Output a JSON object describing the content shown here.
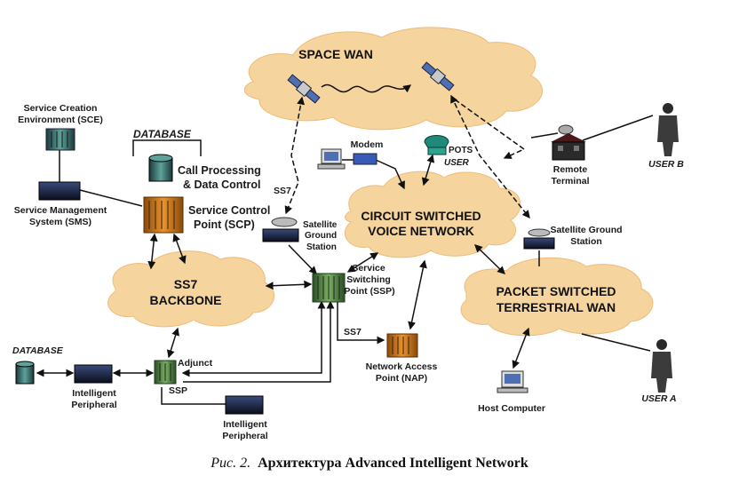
{
  "clouds": {
    "space_wan": "SPACE WAN",
    "circuit_line1": "CIRCUIT SWITCHED",
    "circuit_line2": "VOICE NETWORK",
    "packet_line1": "PACKET SWITCHED",
    "packet_line2": "TERRESTRIAL WAN",
    "ss7_line1": "SS7",
    "ss7_line2": "BACKBONE"
  },
  "nodes": {
    "sce_line1": "Service Creation",
    "sce_line2": "Environment (SCE)",
    "database_top": "DATABASE",
    "call_line1": "Call Processing",
    "call_line2": "& Data Control",
    "scp_line1": "Service Control",
    "scp_line2": "Point (SCP)",
    "sms_line1": "Service Management",
    "sms_line2": "System (SMS)",
    "modem": "Modem",
    "pots_line1": "POTS",
    "pots_line2": "USER",
    "remote_line1": "Remote",
    "remote_line2": "Terminal",
    "user_b": "USER B",
    "sat_left_line1": "Satellite",
    "sat_left_line2": "Ground",
    "sat_left_line3": "Station",
    "sat_right_line1": "Satellite Ground",
    "sat_right_line2": "Station",
    "ssp_line1": "Service",
    "ssp_line2": "Switching",
    "ssp_line3": "Point (SSP)",
    "nap_line1": "Network Access",
    "nap_line2": "Point (NAP)",
    "host": "Host Computer",
    "user_a": "USER A",
    "database_bottom": "DATABASE",
    "ip1_line1": "Intelligent",
    "ip1_line2": "Peripheral",
    "adjunct": "Adjunct",
    "ssp_small": "SSP",
    "ip2_line1": "Intelligent",
    "ip2_line2": "Peripheral",
    "ss7_label_a": "SS7",
    "ss7_label_b": "SS7"
  },
  "caption": {
    "prefix": "Рис. 2.",
    "title": "Архитектура Advanced Intelligent Network"
  },
  "colors": {
    "cloud_fill": "#f6d49e",
    "cloud_edge": "#e7b873",
    "equipment_orange": "#c9781c",
    "equipment_green": "#4f7d45",
    "device_dark": "#1c2236",
    "arrow": "#111111"
  }
}
